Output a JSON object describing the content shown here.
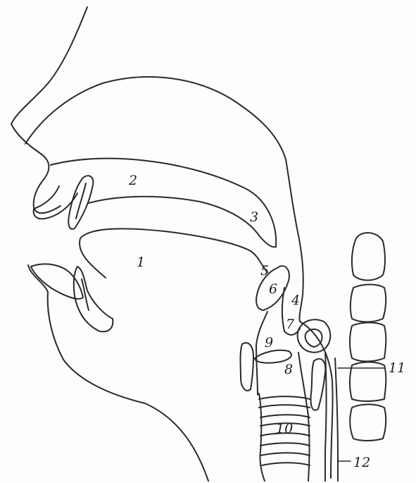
{
  "diagram": {
    "labels": {
      "l1": "1",
      "l2": "2",
      "l3": "3",
      "l4": "4",
      "l5": "5",
      "l6": "6",
      "l7": "7",
      "l8": "8",
      "l9": "9",
      "l10": "10",
      "l11": "11",
      "l12": "12"
    }
  }
}
